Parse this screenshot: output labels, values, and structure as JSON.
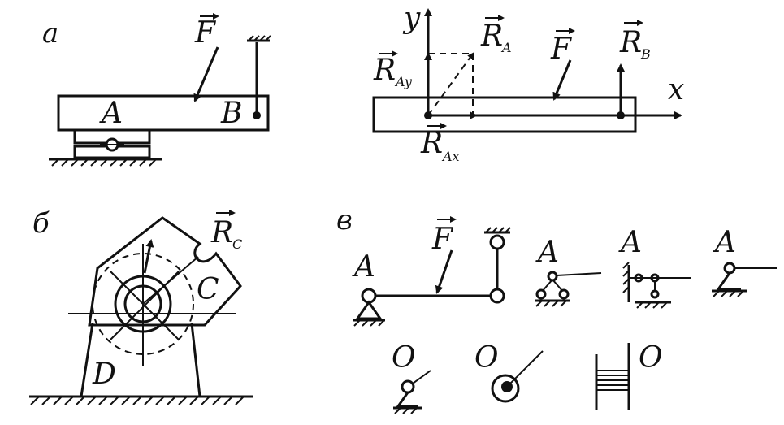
{
  "panels": {
    "a": "а",
    "b": "б",
    "v": "в"
  },
  "labels": {
    "A": "A",
    "B": "B",
    "C": "C",
    "D": "D",
    "O": "O",
    "x": "x",
    "y": "y"
  },
  "forces": {
    "F": "F",
    "R": "R",
    "R_A_sub": "A",
    "R_B_sub": "B",
    "R_C_sub": "C",
    "R_Ay_sub": "Ay",
    "R_Ax_sub": "Ax"
  }
}
